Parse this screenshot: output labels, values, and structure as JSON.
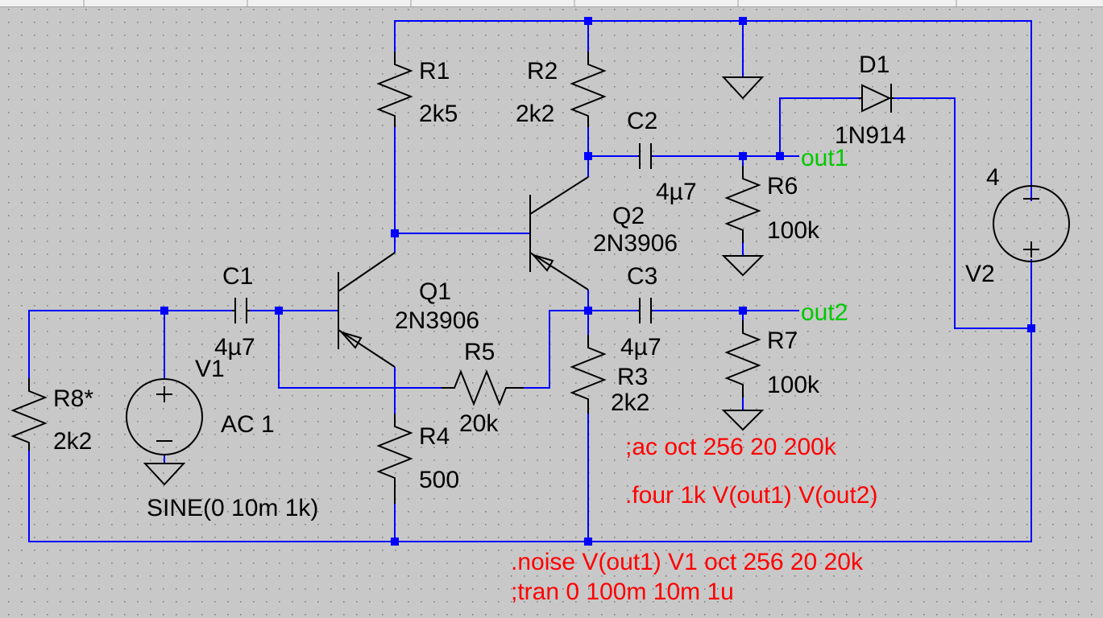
{
  "colors": {
    "background": "#c8c8c8",
    "grid_dot": "#808080",
    "wire": "#0000ff",
    "symbol": "#000000",
    "net_label": "#00c800",
    "directive": "#ff0000"
  },
  "components": {
    "r1": {
      "name": "R1",
      "value": "2k5"
    },
    "r2": {
      "name": "R2",
      "value": "2k2"
    },
    "r3": {
      "name": "R3",
      "value": "2k2"
    },
    "r4": {
      "name": "R4",
      "value": "500"
    },
    "r5": {
      "name": "R5",
      "value": "20k"
    },
    "r6": {
      "name": "R6",
      "value": "100k"
    },
    "r7": {
      "name": "R7",
      "value": "100k"
    },
    "r8": {
      "name": "R8*",
      "value": "2k2"
    },
    "c1": {
      "name": "C1",
      "value": "4µ7"
    },
    "c2": {
      "name": "C2",
      "value": "4µ7"
    },
    "c3": {
      "name": "C3",
      "value": "4µ7"
    },
    "q1": {
      "name": "Q1",
      "value": "2N3906"
    },
    "q2": {
      "name": "Q2",
      "value": "2N3906"
    },
    "d1": {
      "name": "D1",
      "value": "1N914"
    },
    "v1": {
      "name": "V1",
      "ac": "AC 1",
      "value": "SINE(0 10m 1k)"
    },
    "v2": {
      "name": "V2",
      "value": "4"
    }
  },
  "nets": {
    "out1": "out1",
    "out2": "out2"
  },
  "directives": {
    "ac": ";ac oct 256 20 200k",
    "four": ".four 1k V(out1) V(out2)",
    "noise": ".noise V(out1) V1 oct 256 20 20k",
    "tran": ";tran 0 100m 10m 1u"
  },
  "symbols": {
    "ground": "ground-icon",
    "resistor": "resistor-icon",
    "capacitor": "capacitor-icon",
    "pnp": "pnp-transistor-icon",
    "diode": "diode-icon",
    "source": "voltage-source-icon"
  }
}
